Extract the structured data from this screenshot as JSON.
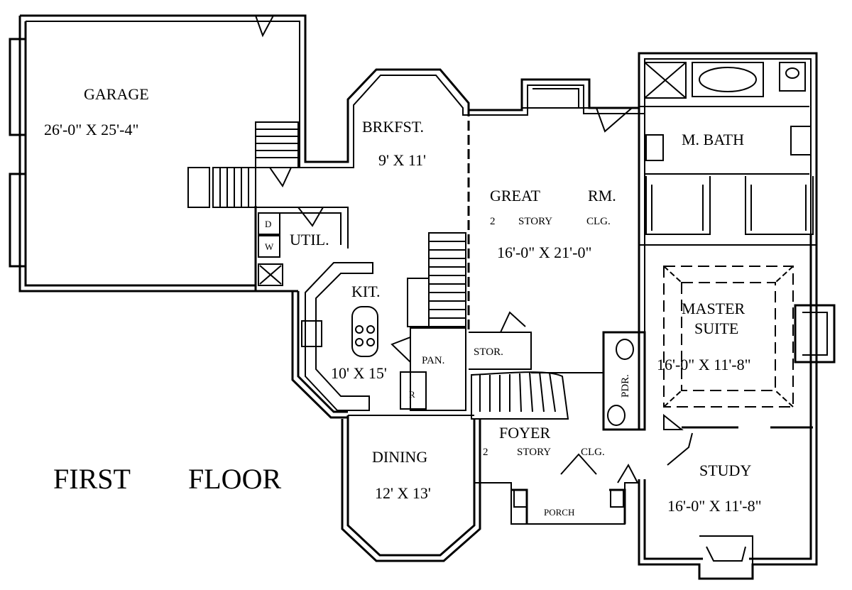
{
  "plan": {
    "title_word1": "FIRST",
    "title_word2": "FLOOR",
    "line_color": "#000000",
    "background": "#ffffff"
  },
  "rooms": {
    "garage": {
      "name": "GARAGE",
      "dims": "26'-0\" X 25'-4\""
    },
    "brkfst": {
      "name": "BRKFST.",
      "dims": "9' X 11'"
    },
    "great": {
      "name_a": "GREAT",
      "name_b": "RM.",
      "note_a": "2",
      "note_b": "STORY",
      "note_c": "CLG.",
      "dims": "16'-0\" X 21'-0\""
    },
    "mbath": {
      "name": "M. BATH"
    },
    "util": {
      "name": "UTIL."
    },
    "kit": {
      "name": "KIT.",
      "dims": "10' X 15'"
    },
    "pan": {
      "name": "PAN."
    },
    "stor": {
      "name": "STOR."
    },
    "refrigerator": {
      "label": "R"
    },
    "master": {
      "name_a": "MASTER",
      "name_b": "SUITE",
      "dims": "16'-0\" X 11'-8\""
    },
    "pdr": {
      "name": "PDR."
    },
    "foyer": {
      "name": "FOYER",
      "note_a": "2",
      "note_b": "STORY",
      "note_c": "CLG."
    },
    "dining": {
      "name": "DINING",
      "dims": "12' X 13'"
    },
    "study": {
      "name": "STUDY",
      "dims": "16'-0\" X 11'-8\""
    },
    "porch": {
      "name": "PORCH"
    },
    "washer": {
      "label": "D"
    },
    "dryer": {
      "label": "W"
    }
  }
}
